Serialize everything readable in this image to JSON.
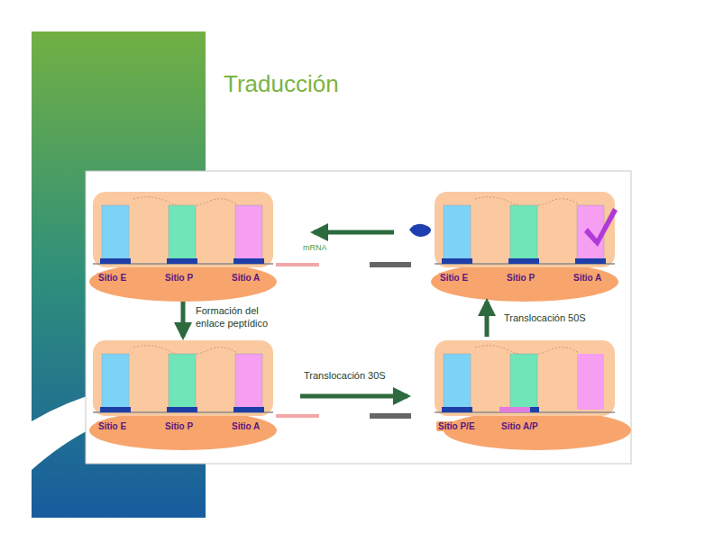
{
  "diagram": {
    "title": "Traducción",
    "nodes": [
      {
        "text": [
          "Sitio E",
          "Sitio P",
          "Sitio A"
        ]
      },
      {
        "text": [
          "Sitio E",
          "Sitio P",
          "Sitio A"
        ]
      },
      {
        "text": [
          "Sitio E",
          "Sitio P",
          "Sitio A"
        ]
      },
      {
        "text": [
          "Sitio P/E",
          "Sitio A/P"
        ]
      }
    ],
    "edges": [
      {
        "from": 0,
        "to": 2,
        "arrow": "to",
        "label": "Formación del enlace peptídico"
      },
      {
        "from": 2,
        "to": 3,
        "arrow": "to",
        "label": "Translocación 30S"
      },
      {
        "from": 3,
        "to": 1,
        "arrow": "to",
        "label": "Translocación 50S"
      },
      {
        "from": 1,
        "to": 0,
        "arrow": "to"
      }
    ],
    "labels": [
      "mRNA"
    ]
  }
}
